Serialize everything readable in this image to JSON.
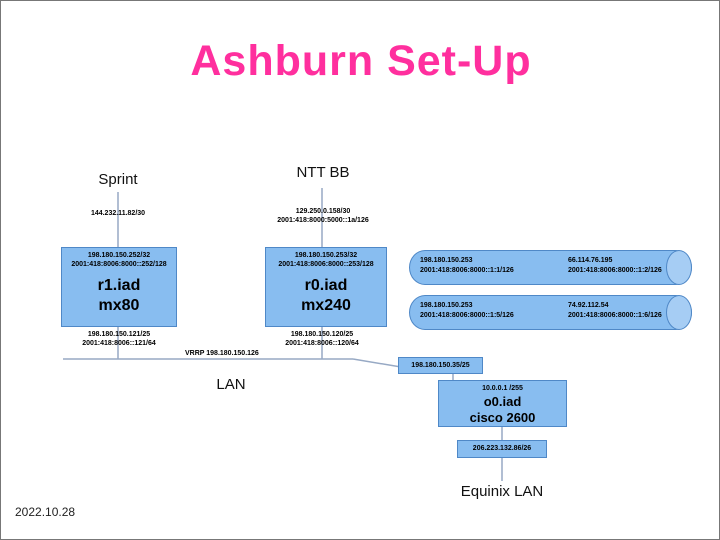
{
  "title": "Ashburn Set-Up",
  "date": "2022.10.28",
  "labels": {
    "sprint": "Sprint",
    "ntt": "NTT BB",
    "lan": "LAN",
    "equinix": "Equinix LAN",
    "vrrp": "VRRP 198.180.150.126"
  },
  "uplinks": {
    "sprint_ip": "144.232.11.82/30",
    "ntt_ip4": "129.250.0.158/30",
    "ntt_ip6": "2001:418:8000:5000::1a/126"
  },
  "routers": {
    "r1": {
      "ip4": "198.180.150.252/32",
      "ip6": "2001:418:8006:8000::252/128",
      "name": "r1.iad",
      "model": "mx80",
      "lan_ip4": "198.180.150.121/25",
      "lan_ip6": "2001:418:8006::121/64"
    },
    "r0": {
      "ip4": "198.180.150.253/32",
      "ip6": "2001:418:8006:8000::253/128",
      "name": "r0.iad",
      "model": "mx240",
      "lan_ip4": "198.180.150.120/25",
      "lan_ip6": "2001:418:8006::120/64"
    }
  },
  "tunnels": [
    {
      "left_ip4": "198.180.150.253",
      "left_ip6": "2001:418:8006:8000::1:1/126",
      "right_ip4": "66.114.76.195",
      "right_ip6": "2001:418:8006:8000::1:2/126"
    },
    {
      "left_ip4": "198.180.150.253",
      "left_ip6": "2001:418:8006:8000::1:5/126",
      "right_ip4": "74.92.112.54",
      "right_ip6": "2001:418:8006:8000::1:6/126"
    }
  ],
  "access": {
    "lan_ip": "198.180.150.35/25",
    "inner_ip": "10.0.0.1 /255",
    "name": "o0.iad",
    "model": "cisco 2600",
    "equinix_ip": "206.223.132.86/26"
  },
  "colors": {
    "title": "#ff2f9e",
    "node_fill": "#88bdf0",
    "node_border": "#4f88c7"
  }
}
